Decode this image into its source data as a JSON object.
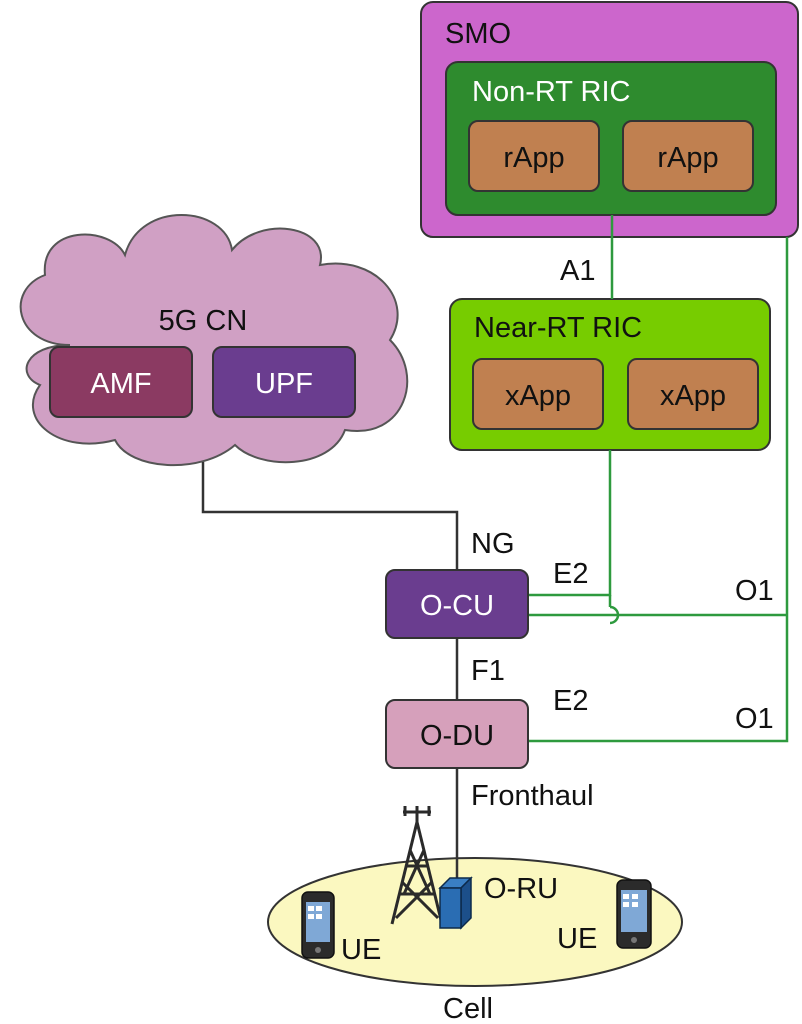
{
  "smo": {
    "label": "SMO"
  },
  "non_rt_ric": {
    "label": "Non-RT RIC",
    "apps": [
      {
        "label": "rApp"
      },
      {
        "label": "rApp"
      }
    ]
  },
  "near_rt_ric": {
    "label": "Near-RT RIC",
    "apps": [
      {
        "label": "xApp"
      },
      {
        "label": "xApp"
      }
    ]
  },
  "core": {
    "label": "5G CN",
    "amf": "AMF",
    "upf": "UPF"
  },
  "nodes": {
    "ocu": "O-CU",
    "odu": "O-DU",
    "oru": "O-RU"
  },
  "interfaces": {
    "a1": "A1",
    "ng": "NG",
    "e2_cu": "E2",
    "e2_du": "E2",
    "o1_cu": "O1",
    "o1_du": "O1",
    "f1": "F1",
    "fronthaul": "Fronthaul"
  },
  "cell": {
    "label": "Cell",
    "ue_left": "UE",
    "ue_right": "UE"
  },
  "colors": {
    "smo": "#cc66cc",
    "non_rt_ric": "#2e8b2e",
    "near_rt_ric": "#77cc00",
    "app": "#c08050",
    "amf": "#8b3a62",
    "upf": "#6a3d8f",
    "ocu": "#6a3d8f",
    "odu": "#d6a0bb",
    "cloud": "#d0a0c4",
    "cell": "#fbf8c0",
    "green_line": "#2e9a3e"
  }
}
